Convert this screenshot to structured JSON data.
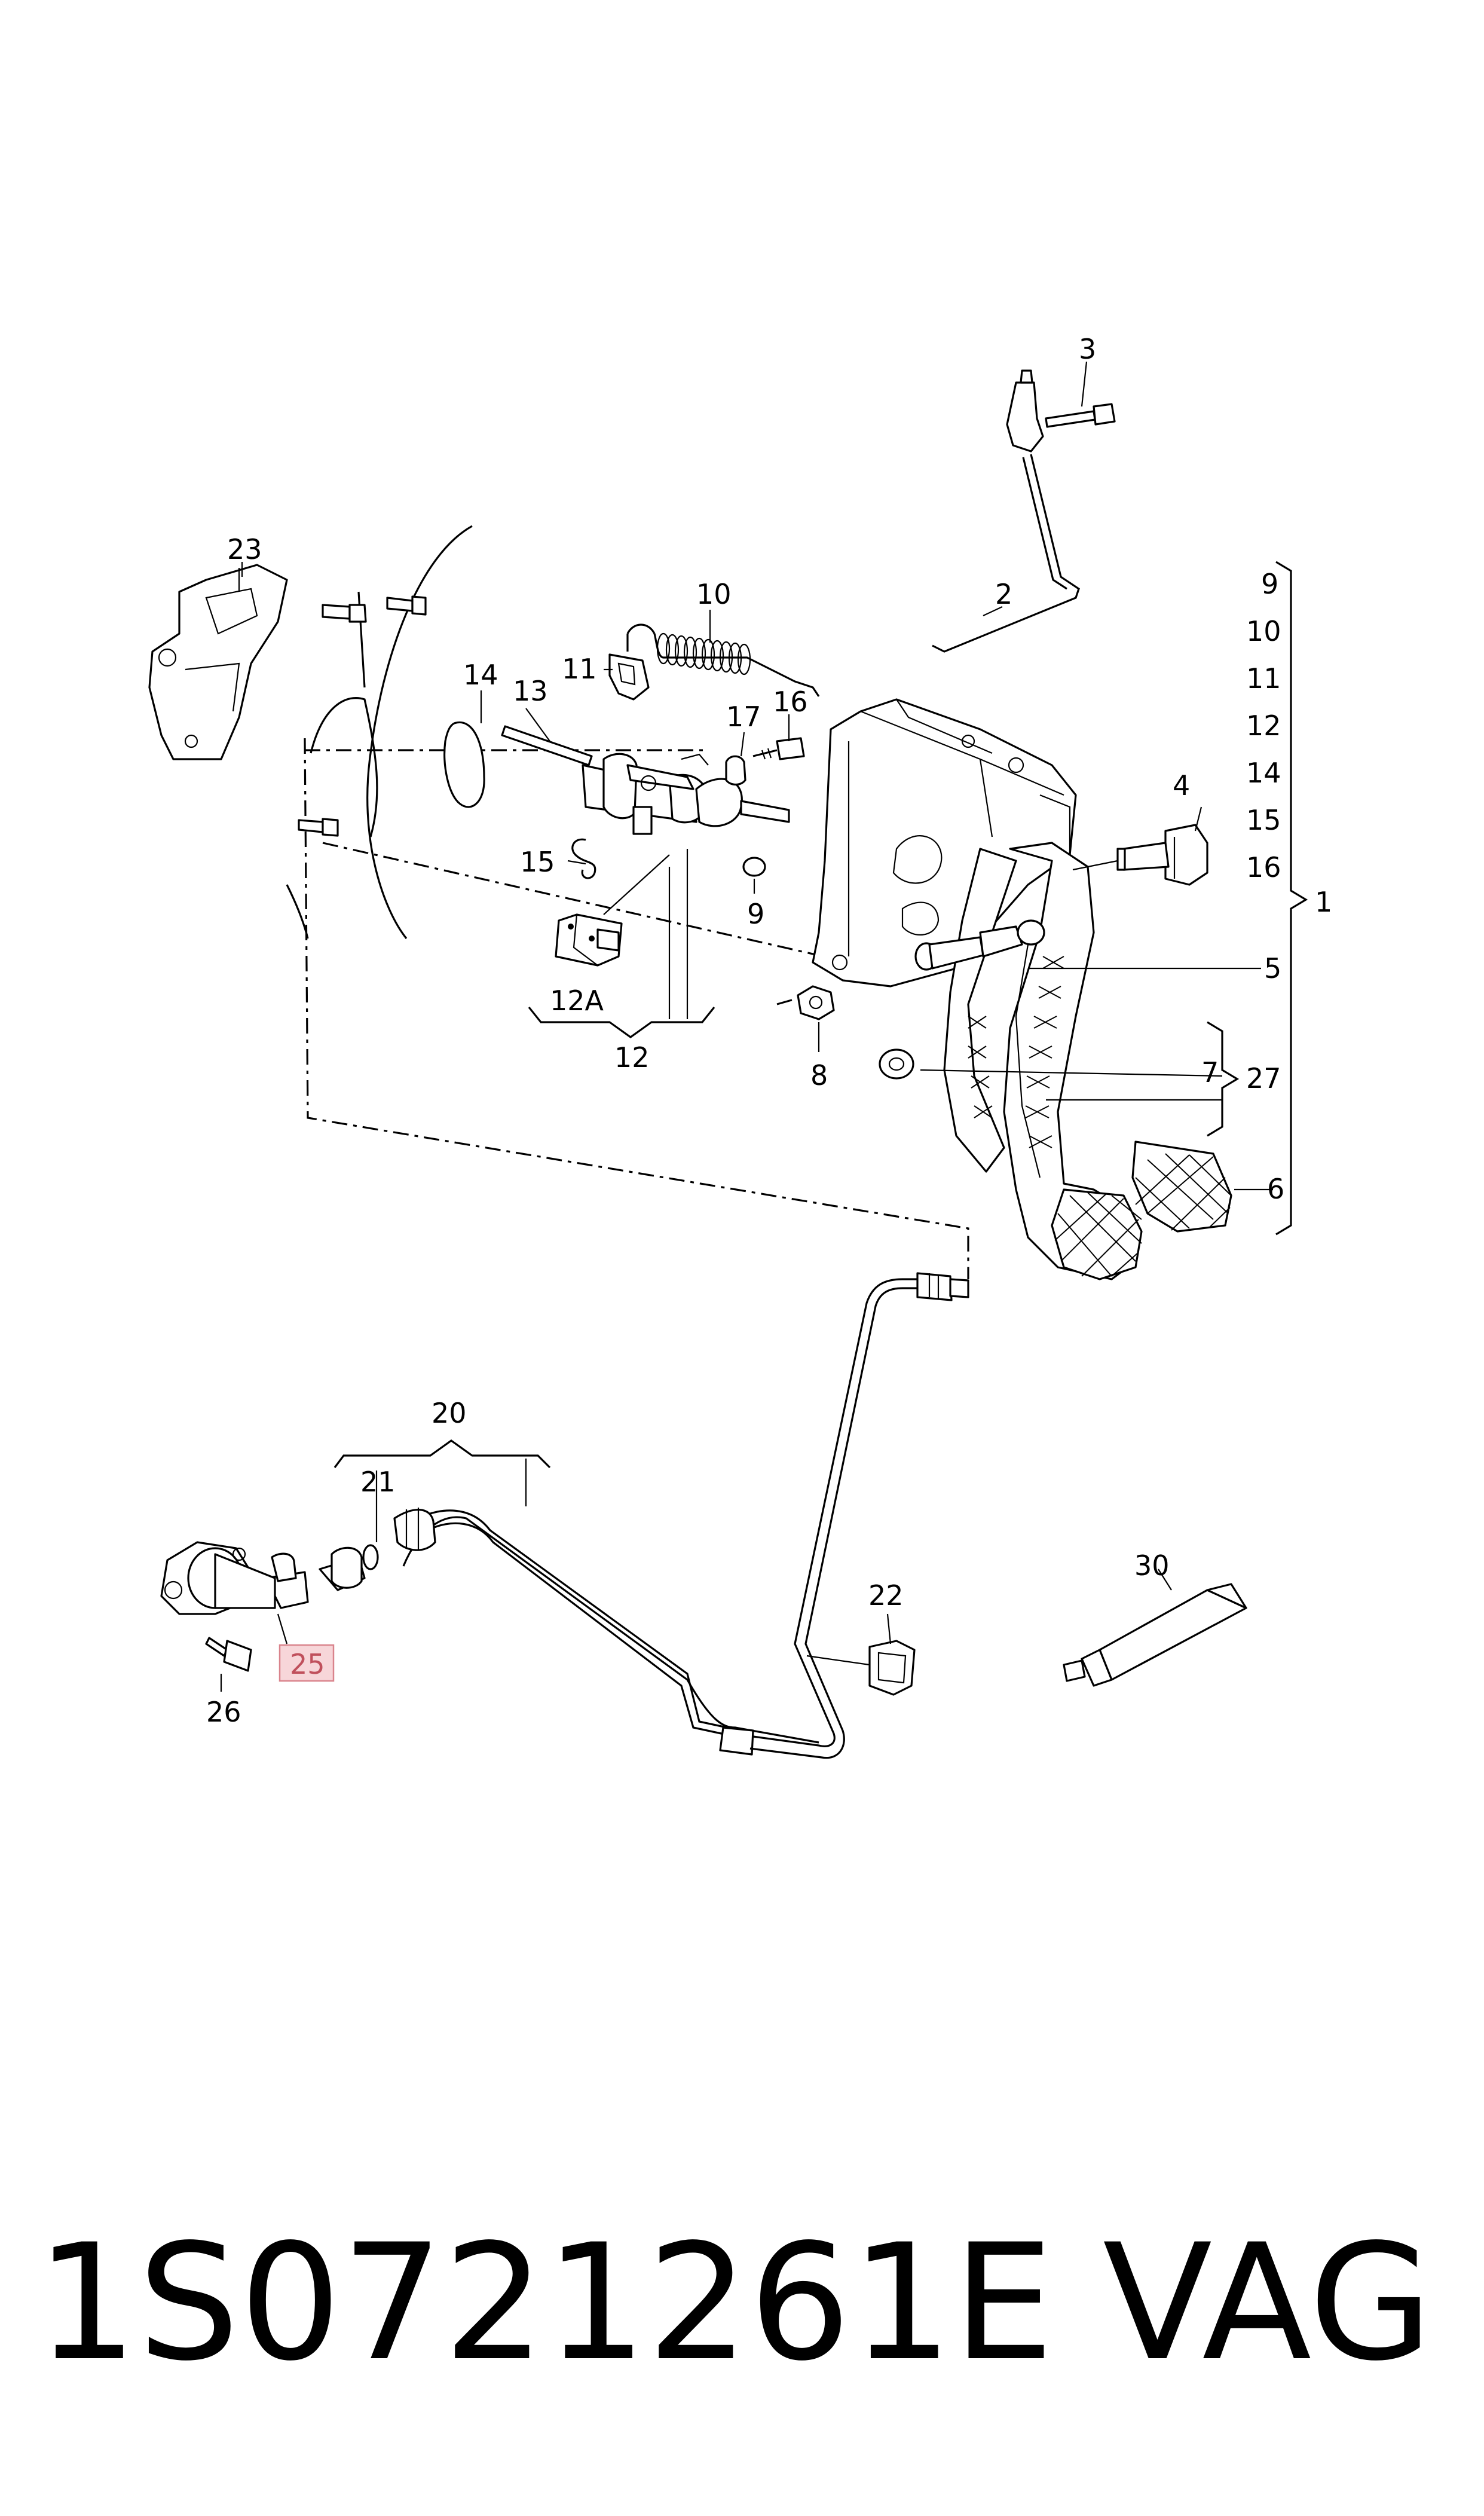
{
  "diagram": {
    "callouts": {
      "c1": "1",
      "c2": "2",
      "c3": "3",
      "c4": "4",
      "c5": "5",
      "c6": "6",
      "c7": "7",
      "c8": "8",
      "c9": "9",
      "c10": "10",
      "c11": "11",
      "c12": "12",
      "c12a": "12A",
      "c13": "13",
      "c14": "14",
      "c15": "15",
      "c16": "16",
      "c17": "17",
      "c20": "20",
      "c21": "21",
      "c22": "22",
      "c23": "23",
      "c25": "25",
      "c26": "26",
      "c27": "27",
      "c30": "30"
    },
    "group_1_list": [
      "9",
      "10",
      "11",
      "12",
      "14",
      "15",
      "16"
    ],
    "highlighted_part": "25"
  },
  "footer": {
    "part_number": "1S0721261E",
    "brand": "VAG"
  },
  "colors": {
    "highlight_fill": "#f7d6d9",
    "highlight_stroke": "#d9838c",
    "highlight_text": "#c0505c",
    "line": "#000000"
  }
}
